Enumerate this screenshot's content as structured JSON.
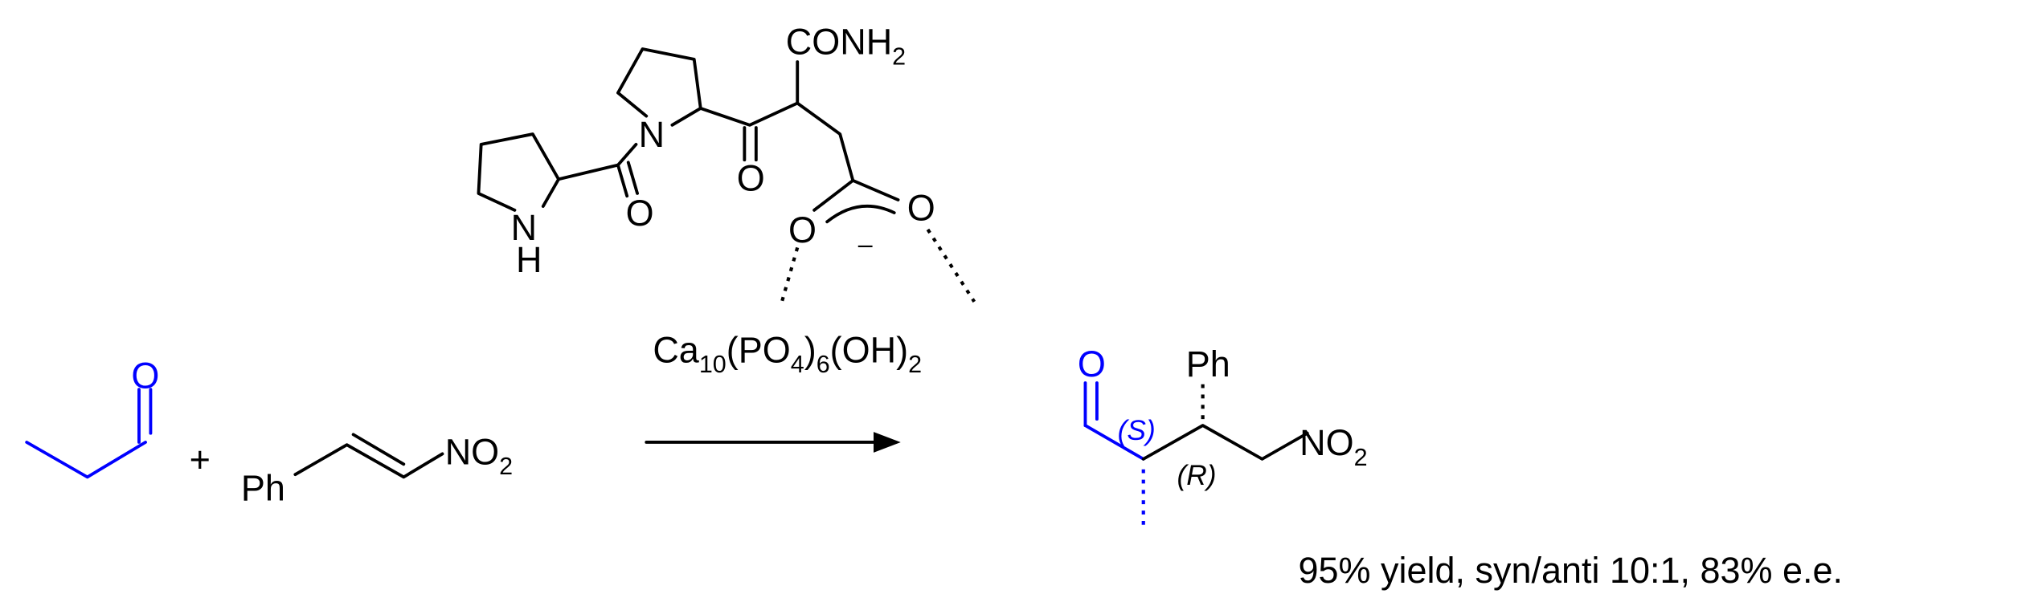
{
  "colors": {
    "highlight": "#0000ff",
    "default": "#000000"
  },
  "reactant1": {
    "atom_O": "O"
  },
  "plus": "+",
  "reactant2": {
    "ph": "Ph",
    "no2_main": "NO",
    "no2_sub": "2"
  },
  "catalyst": {
    "conh2_main": "CONH",
    "conh2_sub": "2",
    "n1": "N",
    "h1": "H",
    "n2": "N",
    "o_amide1": "O",
    "o_amide2": "O",
    "o_carbox1": "O",
    "o_carbox2": "O",
    "charge": "–",
    "support": {
      "p1": "Ca",
      "s1": "10",
      "p2": "(PO",
      "s2": "4",
      "p3": ")",
      "s3": "6",
      "p4": "(OH)",
      "s4": "2"
    }
  },
  "product": {
    "atom_O": "O",
    "ph": "Ph",
    "no2_main": "NO",
    "no2_sub": "2",
    "stereo_alpha": "(S)",
    "stereo_beta": "(R)"
  },
  "result": "95% yield, syn/anti 10:1, 83% e.e."
}
